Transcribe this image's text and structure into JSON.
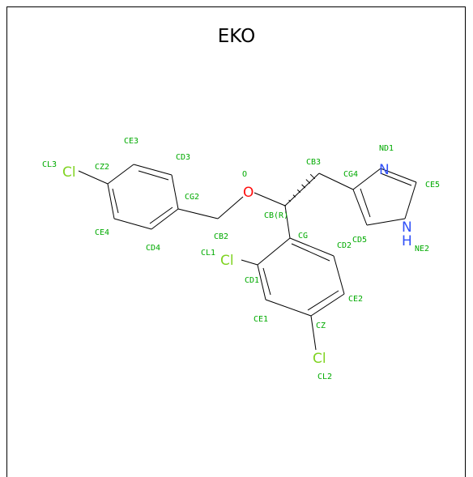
{
  "title": "EKO",
  "colors": {
    "bond": "#000000",
    "atom_label": "#00aa00",
    "chlorine": "#7fd320",
    "oxygen": "#ff0d0d",
    "nitrogen": "#3050f8"
  },
  "elements": [
    {
      "id": "cl3",
      "symbol": "Cl",
      "color": "chlorine"
    },
    {
      "id": "o",
      "symbol": "O",
      "color": "oxygen"
    },
    {
      "id": "nd1",
      "symbol": "N",
      "color": "nitrogen"
    },
    {
      "id": "ne2",
      "symbol": "N",
      "color": "nitrogen"
    },
    {
      "id": "ne2h",
      "symbol": "H",
      "color": "nitrogen"
    },
    {
      "id": "cl1",
      "symbol": "Cl",
      "color": "chlorine"
    },
    {
      "id": "cl2",
      "symbol": "Cl",
      "color": "chlorine"
    }
  ],
  "atom_labels": [
    "CE3",
    "CD3",
    "CL3",
    "CZ2",
    "CG2",
    "CE4",
    "CD4",
    "O",
    "CB2",
    "CB3",
    "CG4",
    "CB(R)",
    "ND1",
    "CE5",
    "NE2",
    "CD5",
    "CG",
    "CD2",
    "CL1",
    "CD1",
    "CE2",
    "CE1",
    "CZ",
    "CL2"
  ]
}
